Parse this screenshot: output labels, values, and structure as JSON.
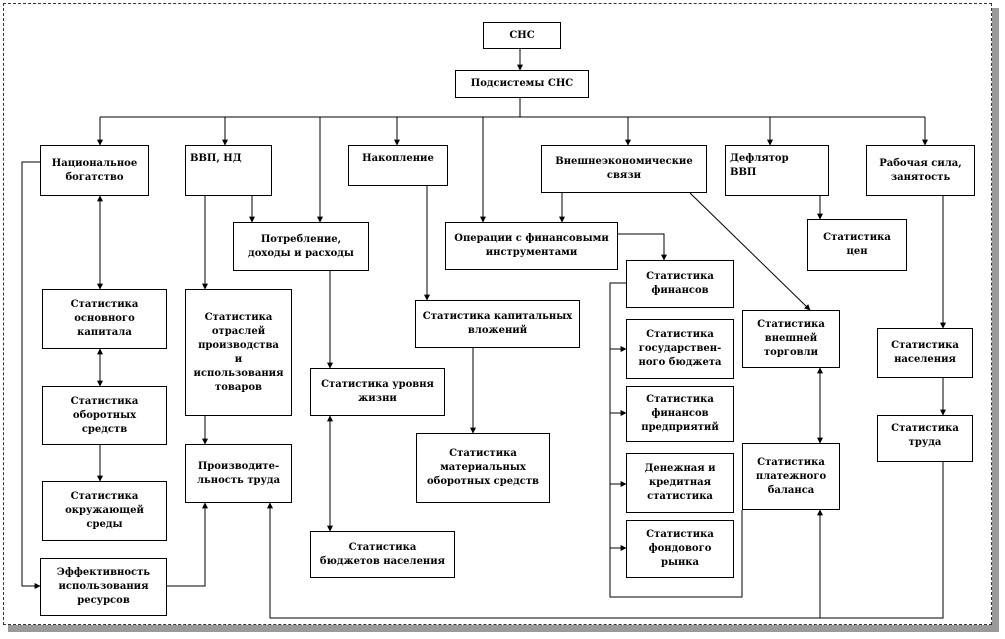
{
  "diagram": {
    "nodes": {
      "sns": "СНС",
      "subsystems": "Подсистемы СНС",
      "national_wealth": "Национальное\nбогатство",
      "gdp_nd": "ВВП, НД",
      "accumulation": "Накопление",
      "foreign_econ": "Внешнеэкономические\nсвязи",
      "deflator": "Дефлятор\nВВП",
      "labor_force": "Рабочая сила,\nзанятость",
      "consumption": "Потребление,\nдоходы и расходы",
      "fin_operations": "Операции с финансовыми\nинструментами",
      "price_stats": "Статистика\nцен",
      "fixed_capital": "Статистика\nосновного\nкапитала",
      "industry_stats": "Статистика\nотраслей\nпроизводства\nи\nиспользования\nтоваров",
      "living_standard": "Статистика уровня\nжизни",
      "capital_investment": "Статистика капитальных\nвложений",
      "finance_stats": "Статистика\nфинансов",
      "foreign_trade": "Статистика\nвнешней\nторговли",
      "population": "Статистика\nнаселения",
      "working_capital": "Статистика\nоборотных\nсредств",
      "state_budget": "Статистика\nгосударствен-\nного бюджета",
      "enterprise_finance": "Статистика\nфинансов\nпредприятий",
      "labor_productivity": "Производите-\nльность труда",
      "material_assets": "Статистика\nматериальных\nоборотных средств",
      "money_credit": "Денежная и\nкредитная\nстатистика",
      "balance_payments": "Статистика\nплатежного\nбаланса",
      "labor_stats": "Статистика\nтруда",
      "environment": "Статистика\nокружающей\nсреды",
      "household_budgets": "Статистика\nбюджетов населения",
      "stock_market": "Статистика\nфондового\nрынка",
      "resource_efficiency": "Эффективность\nиспользования\nресурсов"
    }
  }
}
